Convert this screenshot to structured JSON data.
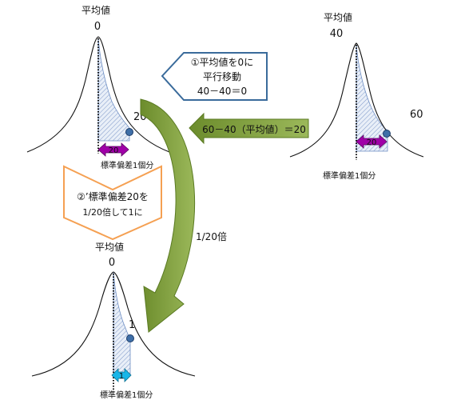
{
  "diagrams": {
    "top_left": {
      "mean_label": "平均値",
      "mean_value": "0",
      "point_value": "20",
      "arrow_value": "20",
      "sd_label": "標準偏差1個分"
    },
    "right": {
      "mean_label": "平均値",
      "mean_value": "40",
      "point_value": "60",
      "arrow_value": "20",
      "sd_label": "標準偏差1個分"
    },
    "bottom": {
      "mean_label": "平均値",
      "mean_value": "0",
      "point_value": "1",
      "arrow_value": "1",
      "sd_label": "標準偏差1個分"
    }
  },
  "callouts": {
    "shift_box": {
      "line1": "①平均値を0に",
      "line2": "平行移動",
      "line3": "40－40＝0"
    },
    "green_arrow_label": "60－40（平均値）＝20",
    "scale_box": {
      "line1": "②’標準偏差20を",
      "line2": "1/20倍して1に"
    },
    "curve_arrow_label": "1/20倍"
  },
  "colors": {
    "purple_arrow": "#a000a8",
    "cyan_arrow": "#19b6e8",
    "green_arrow": "#7a9a3a",
    "orange_outline": "#f5a052",
    "blue_outline": "#3a6b9b",
    "point_blue": "#3f6fa8",
    "hatch_blue": "#6f8fc4"
  }
}
